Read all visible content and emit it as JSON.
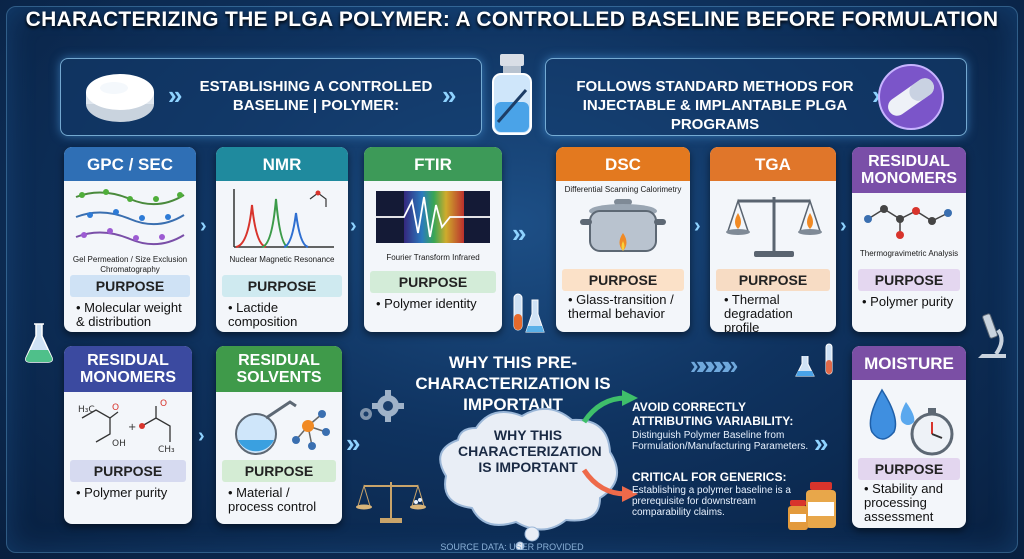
{
  "title": "CHARACTERIZING THE PLGA POLYMER: A CONTROLLED BASELINE BEFORE FORMULATION",
  "banner": {
    "left_text": "ESTABLISHING A CONTROLLED BASELINE | POLYMER:",
    "right_text": "FOLLOWS STANDARD METHODS FOR INJECTABLE & IMPLANTABLE PLGA PROGRAMS"
  },
  "purpose_label": "PURPOSE",
  "cards": [
    {
      "title": "GPC / SEC",
      "subtitle": "Gel Permeation / Size Exclusion Chromatography",
      "purpose": "• Molecular weight & distribution",
      "color": "#2f6fb5",
      "band": "#cfe2f5"
    },
    {
      "title": "NMR",
      "subtitle": "Nuclear Magnetic Resonance",
      "purpose": "• Lactide composition",
      "color": "#1f8a9e",
      "band": "#cfeaf0"
    },
    {
      "title": "FTIR",
      "subtitle": "Fourier Transform Infrared",
      "purpose": "• Polymer identity",
      "color": "#3d9a58",
      "band": "#d3ecd8"
    },
    {
      "title": "DSC",
      "subtitle": "Differential Scanning Calorimetry",
      "purpose": "• Glass-transition / thermal behavior",
      "color": "#e3791f",
      "band": "#fbe1c8"
    },
    {
      "title": "TGA",
      "subtitle": "",
      "purpose": "• Thermal degradation profile",
      "color": "#e0762a",
      "band": "#f7dcc4"
    },
    {
      "title": "RESIDUAL MONOMERS",
      "subtitle": "Thermogravimetric Analysis",
      "purpose": "• Polymer purity",
      "color": "#7a4fa8",
      "band": "#e4d7f0"
    },
    {
      "title": "RESIDUAL MONOMERS",
      "subtitle": "",
      "purpose": "• Polymer purity",
      "color": "#3b4aa0",
      "band": "#d6daf0"
    },
    {
      "title": "RESIDUAL SOLVENTS",
      "subtitle": "",
      "purpose": "• Material / process control",
      "color": "#3f9a4a",
      "band": "#d4ecd4"
    },
    {
      "title": "MOISTURE",
      "subtitle": "",
      "purpose": "• Stability and processing assessment",
      "color": "#7b4fa5",
      "band": "#e3d6ef"
    }
  ],
  "why": {
    "heading": "WHY THIS PRE-CHARACTERIZATION IS IMPORTANT",
    "cloud": "WHY THIS CHARACTERIZATION IS IMPORTANT",
    "point1_title": "AVOID CORRECTLY ATTRIBUTING VARIABILITY:",
    "point1_text": "Distinguish Polymer Baseline from Formulation/Manufacturing Parameters.",
    "point2_title": "CRITICAL FOR GENERICS:",
    "point2_text": "Establishing a polymer baseline is a prerequisite for downstream comparability claims."
  },
  "source": "SOURCE DATA: USER PROVIDED"
}
